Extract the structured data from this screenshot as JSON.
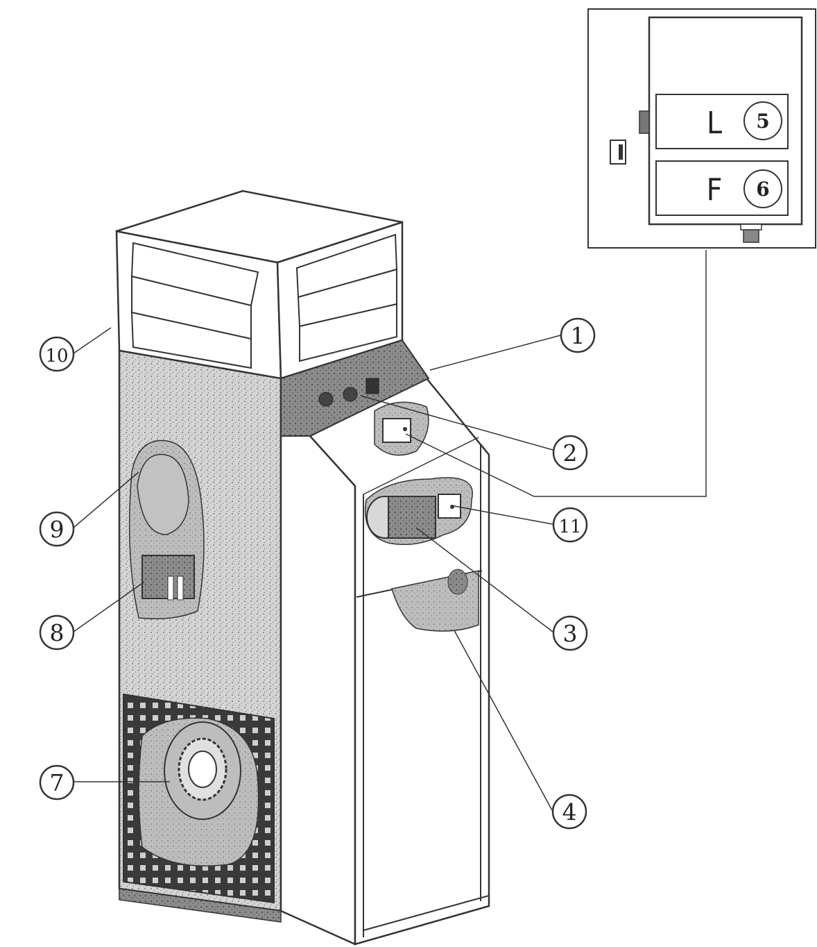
{
  "callouts": [
    {
      "id": "c1",
      "text": "1"
    },
    {
      "id": "c2",
      "text": "2"
    },
    {
      "id": "c3",
      "text": "3"
    },
    {
      "id": "c4",
      "text": "4"
    },
    {
      "id": "c7",
      "text": "7"
    },
    {
      "id": "c8",
      "text": "8"
    },
    {
      "id": "c9",
      "text": "9"
    },
    {
      "id": "c10",
      "text": "10"
    },
    {
      "id": "c11",
      "text": "11"
    }
  ],
  "inset": {
    "row_top": {
      "letter": "L",
      "number": "5"
    },
    "row_bottom": {
      "letter": "F",
      "number": "6"
    }
  },
  "colors": {
    "line": "#333333",
    "speckle": "#b8b8b8",
    "dark_panel": "#6a6a6a"
  }
}
